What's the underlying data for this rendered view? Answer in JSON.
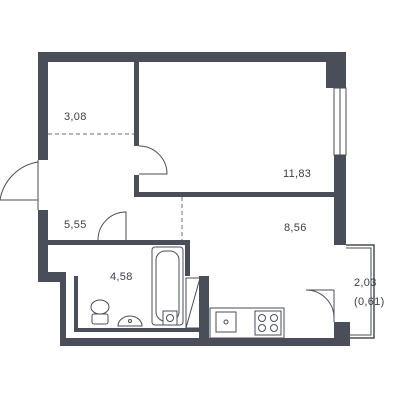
{
  "floorplan": {
    "rooms": [
      {
        "id": "hall-area",
        "area": "3,08"
      },
      {
        "id": "room-area",
        "area": "11,83"
      },
      {
        "id": "corridor-area",
        "area": "5,55"
      },
      {
        "id": "kitchen-area",
        "area": "8,56"
      },
      {
        "id": "bathroom-area",
        "area": "4,58"
      },
      {
        "id": "balcony-area",
        "area": "2,03"
      },
      {
        "id": "balcony-reduced-area",
        "area": "(0,61)"
      }
    ]
  },
  "colors": {
    "wall": "#4a4e59",
    "background": "#ffffff"
  }
}
